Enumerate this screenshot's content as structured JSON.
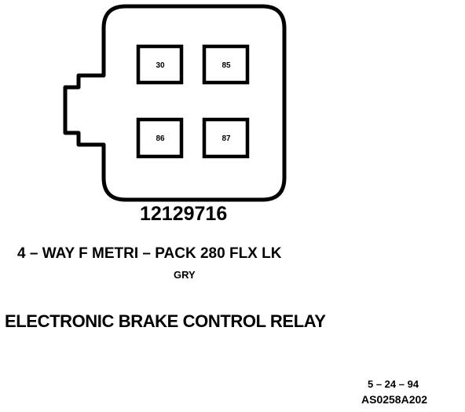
{
  "connector": {
    "part_number": "12129716",
    "description": "4 – WAY F METRI – PACK 280 FLX LK",
    "color": "GRY",
    "pins": [
      {
        "label": "30"
      },
      {
        "label": "85"
      },
      {
        "label": "86"
      },
      {
        "label": "87"
      }
    ]
  },
  "component_name": "ELECTRONIC BRAKE CONTROL RELAY",
  "footer": {
    "date": "5 – 24 – 94",
    "ref_code": "AS0258A202"
  },
  "colors": {
    "ink": "#000000",
    "paper": "#ffffff"
  }
}
